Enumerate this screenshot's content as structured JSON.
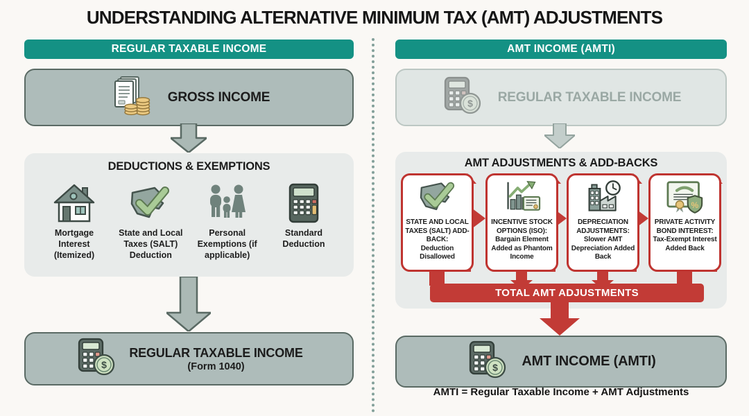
{
  "title": "UNDERSTANDING ALTERNATIVE MINIMUM TAX (AMT) ADJUSTMENTS",
  "colors": {
    "teal_header": "#149184",
    "red_accent": "#c23b36",
    "solid_box_fill": "#aebcba",
    "solid_box_border": "#5a6a64",
    "panel_fill": "#e8ebea",
    "faded_text": "#9aa8a4"
  },
  "left": {
    "header": "REGULAR TAXABLE INCOME",
    "gross_income_label": "GROSS INCOME",
    "gross_income_icon": "documents-coins-icon",
    "deductions": {
      "title": "DEDUCTIONS & EXEMPTIONS",
      "items": [
        {
          "icon": "house-icon",
          "label": "Mortgage Interest (Itemized)"
        },
        {
          "icon": "map-check-icon",
          "label": "State and Local Taxes (SALT) Deduction"
        },
        {
          "icon": "family-icon",
          "label": "Personal Exemptions (if applicable)"
        },
        {
          "icon": "calculator-icon",
          "label": "Standard Deduction"
        }
      ]
    },
    "result": {
      "icon": "calculator-dollar-icon",
      "line1": "REGULAR TAXABLE INCOME",
      "line2": "(Form 1040)"
    }
  },
  "right": {
    "header": "AMT INCOME (AMTI)",
    "carryover_label": "REGULAR TAXABLE INCOME",
    "carryover_icon": "calculator-dollar-icon",
    "adjustments": {
      "title": "AMT ADJUSTMENTS & ADD-BACKS",
      "cards": [
        {
          "icon": "map-check-icon",
          "heading": "STATE AND LOCAL TAXES (SALT) ADD-BACK:",
          "detail": "Deduction Disallowed"
        },
        {
          "icon": "stock-chart-certificate-icon",
          "heading": "INCENTIVE STOCK OPTIONS (ISO):",
          "detail": "Bargain Element Added as Phantom Income"
        },
        {
          "icon": "factory-clock-icon",
          "heading": "DEPRECIATION ADJUSTMENTS:",
          "detail": "Slower AMT Depreciation Added Back"
        },
        {
          "icon": "bond-shield-icon",
          "heading": "PRIVATE ACTIVITY BOND INTEREST:",
          "detail": "Tax-Exempt Interest Added Back"
        }
      ],
      "total_banner": "TOTAL AMT ADJUSTMENTS"
    },
    "result_label": "AMT INCOME (AMTI)",
    "result_icon": "calculator-dollar-icon",
    "formula": "AMTI = Regular Taxable Income + AMT Adjustments"
  }
}
